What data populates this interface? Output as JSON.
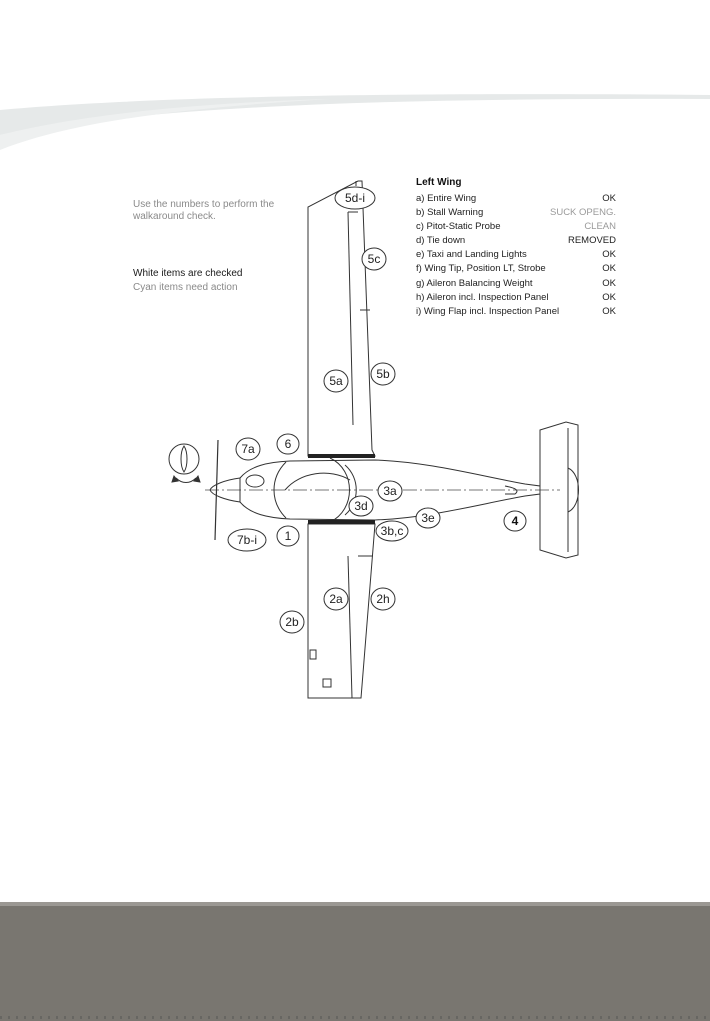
{
  "instruction": "Use the numbers to perform the walkaround check.",
  "legend": {
    "white": "White items are checked",
    "cyan": "Cyan items need action"
  },
  "checklist": {
    "title": "Left Wing",
    "items": [
      {
        "label": "a) Entire Wing",
        "status": "OK",
        "state": "checked"
      },
      {
        "label": "b) Stall Warning",
        "status": "SUCK OPENG.",
        "state": "action"
      },
      {
        "label": "c) Pitot-Static Probe",
        "status": "CLEAN",
        "state": "action"
      },
      {
        "label": "d) Tie down",
        "status": "REMOVED",
        "state": "checked"
      },
      {
        "label": "e) Taxi and Landing Lights",
        "status": "OK",
        "state": "checked"
      },
      {
        "label": "f) Wing Tip, Position LT, Strobe",
        "status": "OK",
        "state": "checked"
      },
      {
        "label": "g) Aileron Balancing Weight",
        "status": "OK",
        "state": "checked"
      },
      {
        "label": "h) Aileron incl. Inspection Panel",
        "status": "OK",
        "state": "checked"
      },
      {
        "label": "i) Wing Flap incl. Inspection Panel",
        "status": "OK",
        "state": "checked"
      }
    ]
  },
  "markers": {
    "m5d_i": "5d-i",
    "m5c": "5c",
    "m5a": "5a",
    "m5b": "5b",
    "m7a": "7a",
    "m6": "6",
    "m3a": "3a",
    "m3d": "3d",
    "m3e": "3e",
    "m4": "4",
    "m3bc": "3b,c",
    "m7b_i": "7b-i",
    "m1": "1",
    "m2a": "2a",
    "m2h": "2h",
    "m2b": "2b"
  },
  "colors": {
    "footer": "#797670",
    "swoosh": "#e6e9e9",
    "action_text": "#9a9a9a"
  }
}
